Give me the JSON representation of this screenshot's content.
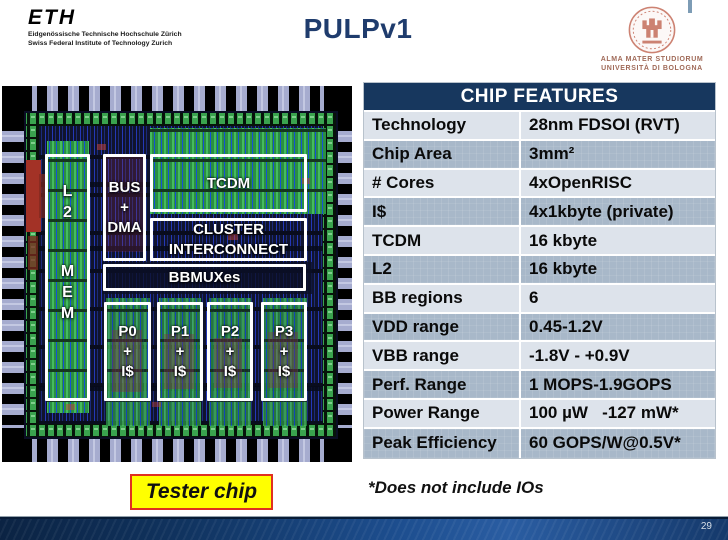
{
  "slide": {
    "title": "PULPv1",
    "page_number": "29",
    "footnote": "*Does not include IOs",
    "tester_chip_label": "Tester chip"
  },
  "logos": {
    "eth": {
      "wordmark": "ETH",
      "line1": "Eidgenössische Technische Hochschule Zürich",
      "line2": "Swiss Federal Institute of Technology Zurich"
    },
    "bologna": {
      "line1": "ALMA MATER STUDIORUM",
      "line2": "UNIVERSITÀ DI BOLOGNA"
    }
  },
  "die": {
    "l2_letters": [
      "L",
      "2",
      "M",
      "E",
      "M"
    ],
    "bus_dma": [
      "BUS",
      "+",
      "DMA"
    ],
    "tcdm_label": "TCDM",
    "cluster_label": "CLUSTER INTERCONNECT",
    "bbmuxes_label": "BBMUXes",
    "cores": [
      {
        "name": "P0",
        "plus": "+",
        "cache": "I$"
      },
      {
        "name": "P1",
        "plus": "+",
        "cache": "I$"
      },
      {
        "name": "P2",
        "plus": "+",
        "cache": "I$"
      },
      {
        "name": "P3",
        "plus": "+",
        "cache": "I$"
      }
    ]
  },
  "table": {
    "title": "CHIP FEATURES",
    "rows": [
      {
        "label": "Technology",
        "value": "28nm FDSOI (RVT)"
      },
      {
        "label": "Chip Area",
        "value": "3mm²"
      },
      {
        "label": "# Cores",
        "value": "4xOpenRISC"
      },
      {
        "label": "I$",
        "value": "4x1kbyte (private)"
      },
      {
        "label": "TCDM",
        "value": "16 kbyte"
      },
      {
        "label": "L2",
        "value": "16 kbyte"
      },
      {
        "label": "BB regions",
        "value": "6"
      },
      {
        "label": "VDD range",
        "value": "0.45-1.2V"
      },
      {
        "label": "VBB range",
        "value": "-1.8V - +0.9V"
      },
      {
        "label": "Perf. Range",
        "value": "1 MOPS-1.9GOPS"
      },
      {
        "label": "Power Range",
        "value": "100 µW   -127 mW*"
      },
      {
        "label": "Peak Efficiency",
        "value": "60 GOPS/W@0.5V*"
      }
    ]
  },
  "colors": {
    "title_blue": "#1f3c6d",
    "table_header": "#17375e",
    "row_dark": "#a8b8c9",
    "row_light": "#dde3eb",
    "tester_bg": "#ffff00",
    "tester_border": "#e03020",
    "seal_salmon": "#cd8272",
    "bar_blue": "#1d4e8f"
  }
}
